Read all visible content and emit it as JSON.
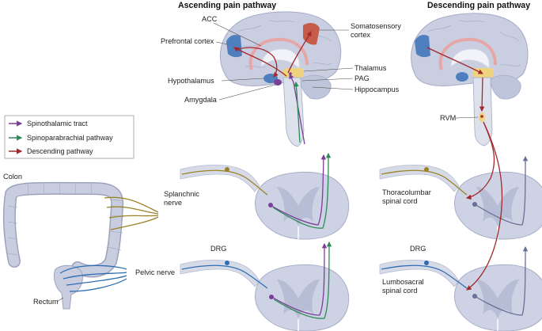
{
  "headers": {
    "ascending": "Ascending pain pathway",
    "descending": "Descending pain pathway"
  },
  "brain_labels": {
    "acc": "ACC",
    "prefrontal": "Prefrontal cortex",
    "somatosensory_1": "Somatosensory",
    "somatosensory_2": "cortex",
    "thalamus": "Thalamus",
    "pag": "PAG",
    "hippocampus": "Hippocampus",
    "hypothalamus": "Hypothalamus",
    "amygdala": "Amygdala",
    "rvm": "RVM"
  },
  "legend": {
    "items": [
      {
        "label": "Spinothalamic tract",
        "color": "#7b3f97"
      },
      {
        "label": "Spinoparabrachial pathway",
        "color": "#2e8b57"
      },
      {
        "label": "Descending pathway",
        "color": "#a3282b"
      }
    ]
  },
  "body_labels": {
    "colon": "Colon",
    "rectum": "Rectum",
    "splanchnic_1": "Splanchnic",
    "splanchnic_2": "nerve",
    "pelvic": "Pelvic nerve",
    "drg_left": "DRG",
    "drg_right": "DRG",
    "thoracolumbar_1": "Thoracolumbar",
    "thoracolumbar_2": "spinal cord",
    "lumbosacral_1": "Lumbosacral",
    "lumbosacral_2": "spinal cord"
  },
  "colors": {
    "spinothalamic": "#7b3f97",
    "spinoparabrachial": "#2e8b57",
    "descending": "#a3282b",
    "splanchnic_nerve": "#9a8226",
    "pelvic_nerve": "#2f6db3",
    "brain": "#c9cfe0",
    "cord": "#cdd3e4",
    "prefrontal_region": "#4f7fbf",
    "somatosensory_region": "#c65c4a"
  }
}
